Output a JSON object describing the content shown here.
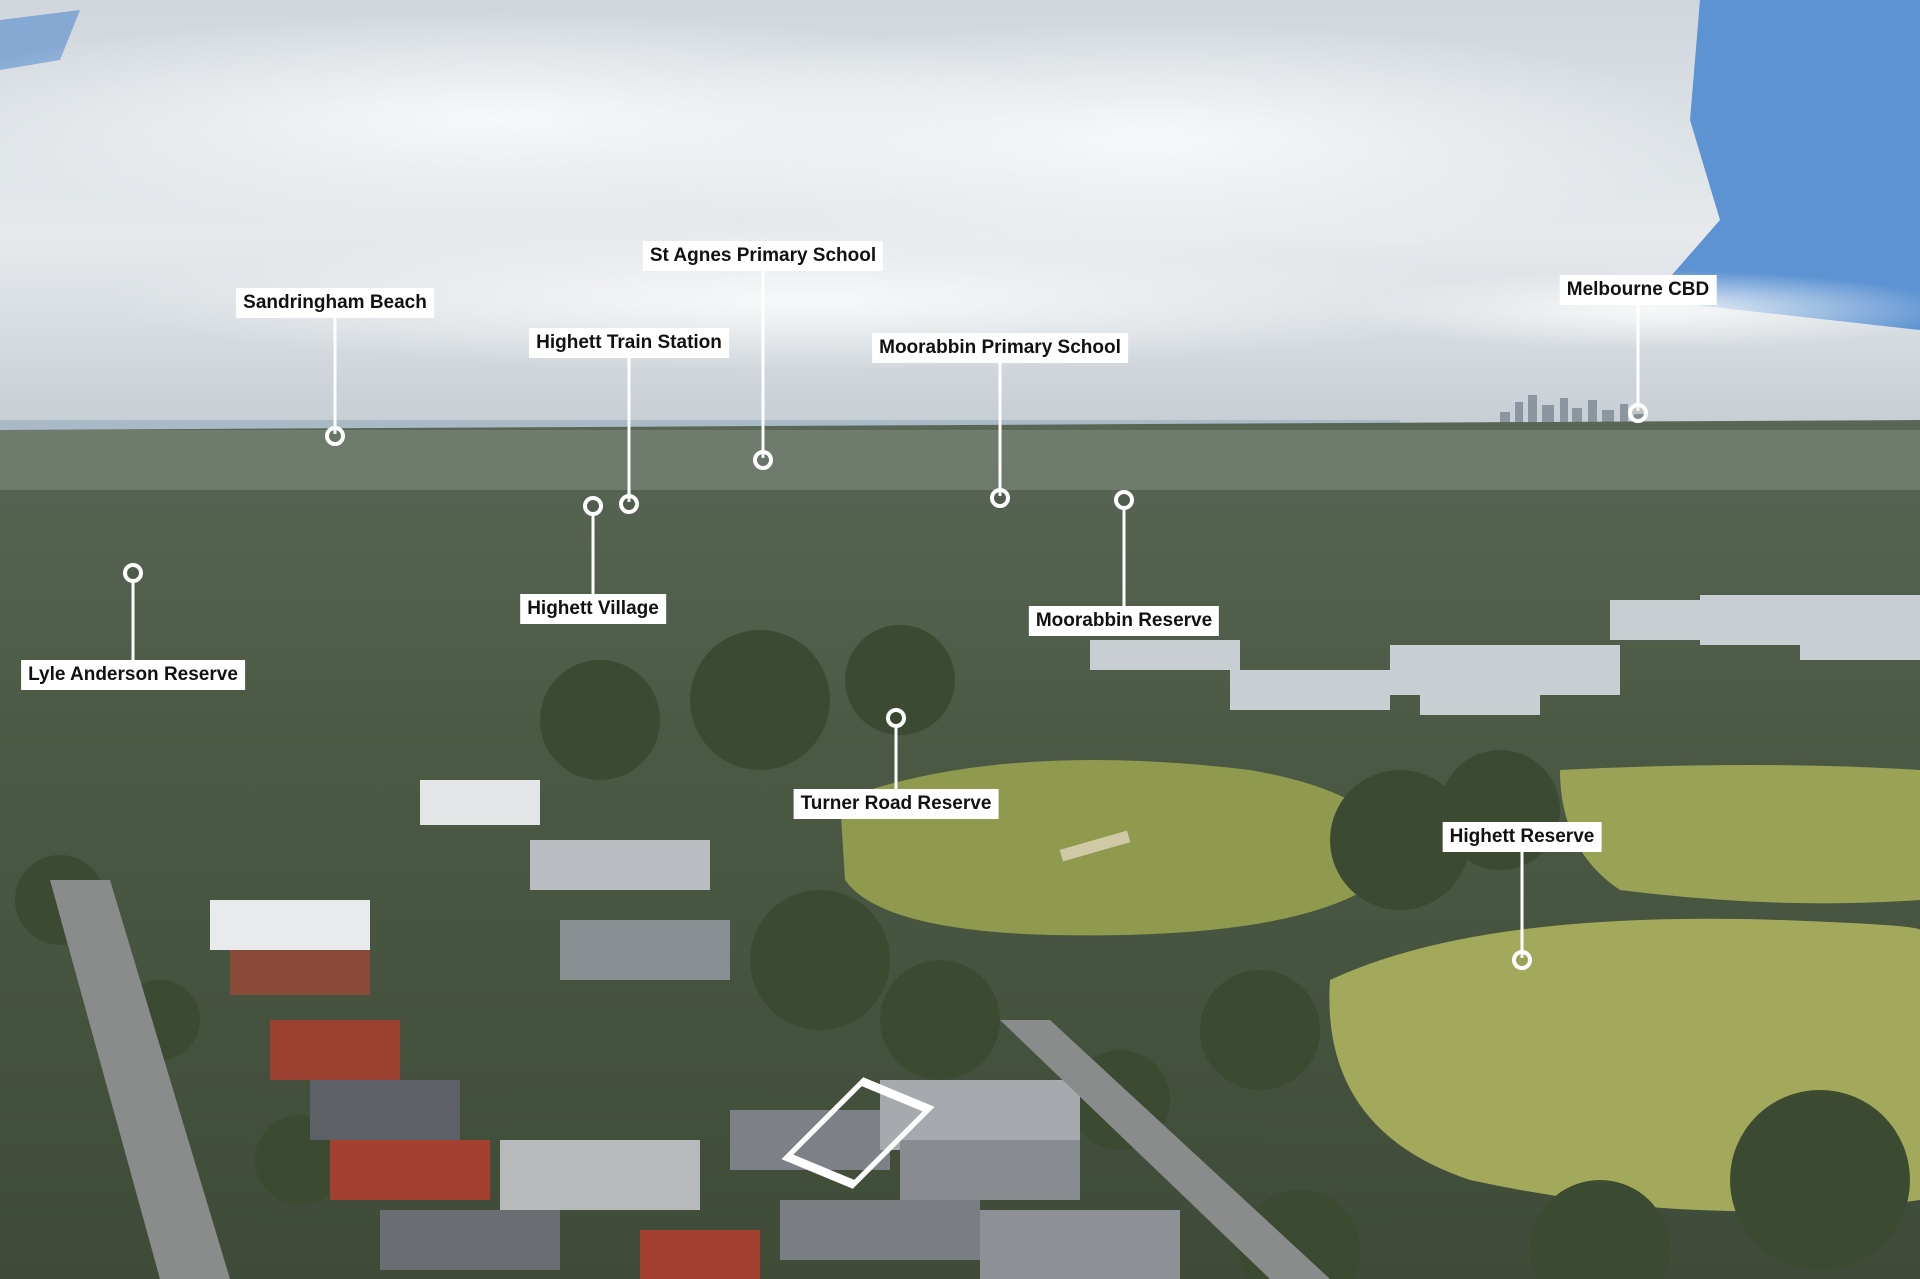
{
  "photo": {
    "sky_top": "#6f9fd6",
    "cloud": "#eef1f3",
    "bay": "#9fb2c2",
    "suburb_far": "#4d5b4a",
    "suburb_mid": "#56664a",
    "oval_grass": "#9aa457",
    "roof_red": "#9c4030",
    "roof_grey": "#6a6e73",
    "road": "#8a8c8c"
  },
  "labels": {
    "sandringham": "Sandringham Beach",
    "st_agnes": "St Agnes Primary School",
    "highett_station": "Highett Train Station",
    "moorabbin_ps": "Moorabbin Primary School",
    "melbourne_cbd": "Melbourne CBD",
    "highett_village": "Highett Village",
    "moorabbin_reserve": "Moorabbin Reserve",
    "lyle_anderson": "Lyle Anderson Reserve",
    "turner_road": "Turner Road Reserve",
    "highett_reserve": "Highett Reserve"
  }
}
